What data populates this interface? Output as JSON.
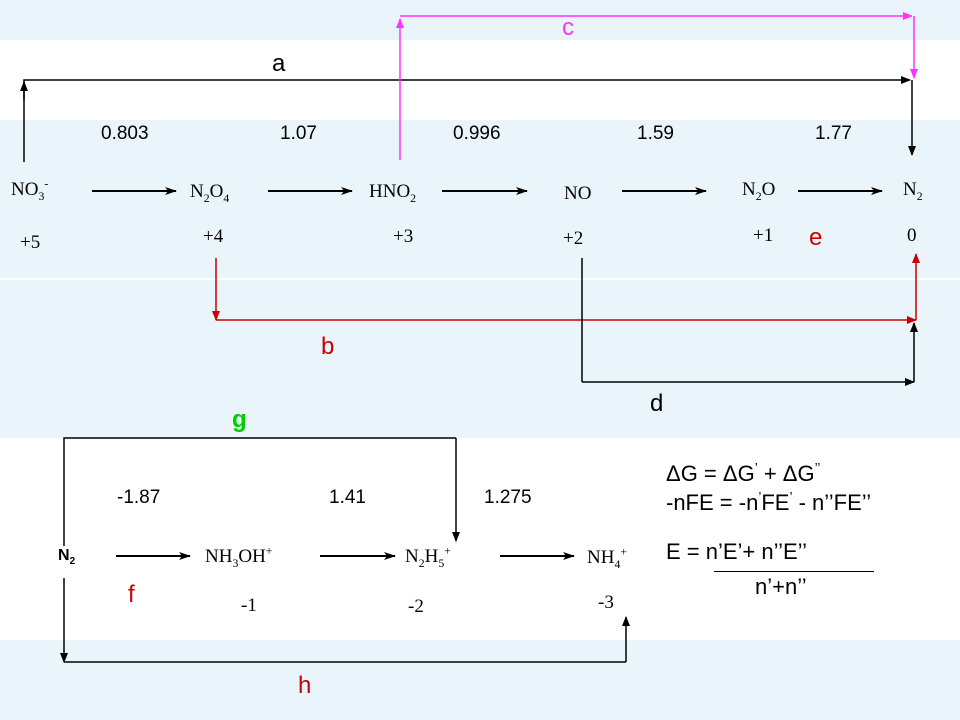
{
  "colors": {
    "band": "#eaf4fb",
    "black": "#000000",
    "red": "#cc0000",
    "magenta": "#ff33ff",
    "green": "#00cc00"
  },
  "top": {
    "species": [
      {
        "base": "NO",
        "sub": "3",
        "sup": "-"
      },
      {
        "base": "N",
        "sub": "2",
        "base2": "O",
        "sub2": "4"
      },
      {
        "base": "HNO",
        "sub": "2"
      },
      {
        "base": "NO"
      },
      {
        "base": "N",
        "sub": "2",
        "base2": "O"
      },
      {
        "base": "N",
        "sub": "2"
      }
    ],
    "oxidation_states": [
      "+5",
      "+4",
      "+3",
      "+2",
      "+1",
      "0"
    ],
    "potentials": [
      "0.803",
      "1.07",
      "0.996",
      "1.59",
      "1.77"
    ],
    "labels": {
      "a": "a",
      "b": "b",
      "c": "c",
      "d": "d",
      "e": "e"
    }
  },
  "bottom": {
    "species": [
      {
        "base": "N",
        "sub": "2"
      },
      {
        "base": "NH",
        "sub": "3",
        "base2": "OH",
        "sup": "+"
      },
      {
        "base": "N",
        "sub": "2",
        "base2": "H",
        "sub2": "5",
        "sup": "+"
      },
      {
        "base": "NH",
        "sub": "4",
        "sup": "+"
      }
    ],
    "oxidation_states": [
      "-1",
      "-2",
      "-3"
    ],
    "potentials": [
      "-1.87",
      "1.41",
      "1.275"
    ],
    "labels": {
      "f": "f",
      "g": "g",
      "h": "h"
    }
  },
  "equations": {
    "line1": {
      "a": "ΔG = ΔG",
      "a_sup": "’",
      "b": " + ΔG",
      "b_sup": "’’"
    },
    "line2": {
      "a": "-nFE = -n",
      "a_sup": "’",
      "b": "FE",
      "b_sup": "’",
      "c": " - n’’FE’’"
    },
    "line3": "E = n’E’+ n’’E’’",
    "line4": "n’+n’’"
  }
}
